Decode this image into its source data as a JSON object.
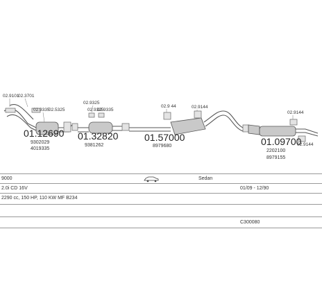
{
  "diagram": {
    "parts": [
      {
        "id": "p1",
        "number": "01.12690",
        "subs": [
          "9302029",
          "4019335"
        ]
      },
      {
        "id": "p2",
        "number": "01.32820",
        "subs": [
          "9381262"
        ]
      },
      {
        "id": "p3",
        "number": "01.57000",
        "subs": [
          "8979680"
        ]
      },
      {
        "id": "p4",
        "number": "01.09700",
        "subs": [
          "2202100",
          "8979155"
        ]
      }
    ],
    "refs": [
      {
        "id": "r1",
        "text": "02.9101"
      },
      {
        "id": "r2",
        "text": "02.3701"
      },
      {
        "id": "r3",
        "text": "02.9335"
      },
      {
        "id": "r4",
        "text": "02.5325"
      },
      {
        "id": "r5",
        "text": "02.9325"
      },
      {
        "id": "r6",
        "text": "02.9325"
      },
      {
        "id": "r7",
        "text": "02.9335"
      },
      {
        "id": "r8",
        "text": "02.9 44"
      },
      {
        "id": "r9",
        "text": "02.9144"
      },
      {
        "id": "r10",
        "text": "02.9144"
      },
      {
        "id": "r11",
        "text": "02.9144"
      }
    ]
  },
  "info": {
    "model": "9000",
    "body_type": "Sedan",
    "engine": "2.0i CD 16V",
    "period": "01/09 - 12/90",
    "spec": "2290 cc, 150 HP, 110 KW MF B234",
    "code": "C300080"
  }
}
